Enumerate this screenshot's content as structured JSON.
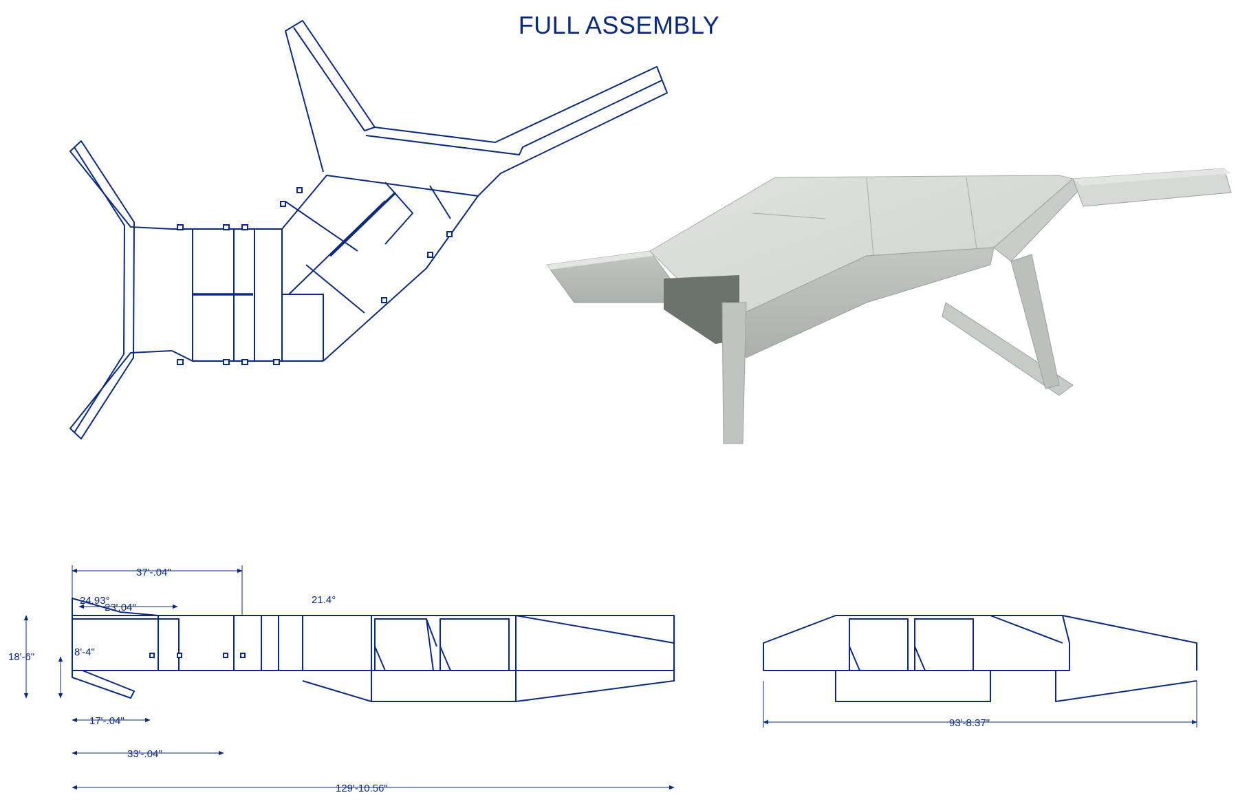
{
  "title": "FULL ASSEMBLY",
  "colors": {
    "linework": "#0a2a82",
    "concrete": "#d3d6d3",
    "background": "#ffffff"
  },
  "dimensions": {
    "d1": "37'-.04\"",
    "d2": "24.93°",
    "d3": "23'.04\"",
    "d4": "21.4°",
    "d5": "18'-6\"",
    "d6": "8'-4\"",
    "d7": "17'-.04\"",
    "d8": "33'-.04\"",
    "d9": "129'-10.56\"",
    "d10": "93'-8.37\""
  }
}
